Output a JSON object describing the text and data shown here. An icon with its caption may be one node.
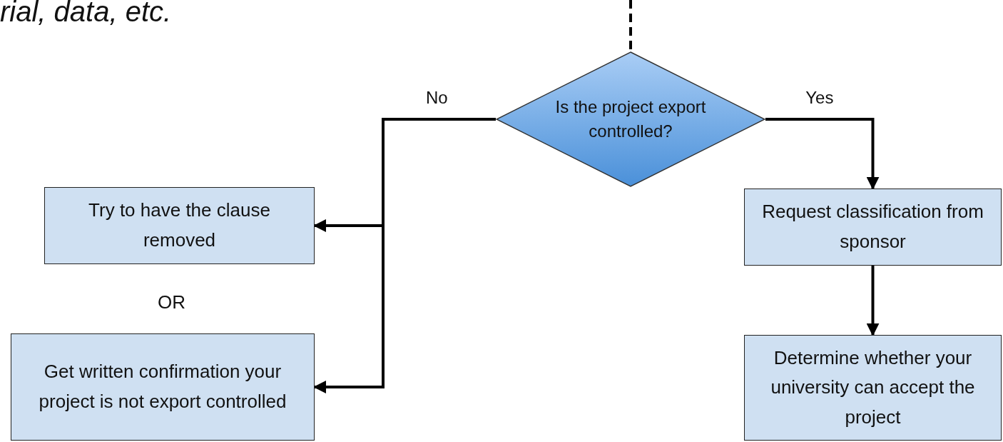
{
  "diagram": {
    "nodes": [
      {
        "text": [
          "Is the project export controlled?"
        ]
      },
      {
        "text": [
          "Try to have the clause removed"
        ]
      },
      {
        "text": [
          "Get written confirmation your project is not export controlled"
        ]
      },
      {
        "text": [
          "Request classification from sponsor"
        ]
      },
      {
        "text": [
          "Determine whether your university can accept the project"
        ]
      }
    ],
    "edges": [
      {
        "from": null,
        "to": 0,
        "arrow": "none",
        "style": "dashed"
      },
      {
        "from": 0,
        "to": 1,
        "arrow": "to",
        "label": "No"
      },
      {
        "from": 0,
        "to": 2,
        "arrow": "to"
      },
      {
        "from": 0,
        "to": 3,
        "arrow": "to",
        "label": "Yes"
      },
      {
        "from": 3,
        "to": 4,
        "arrow": "to"
      }
    ],
    "labels": [
      "rial, data, etc.",
      "OR"
    ]
  }
}
